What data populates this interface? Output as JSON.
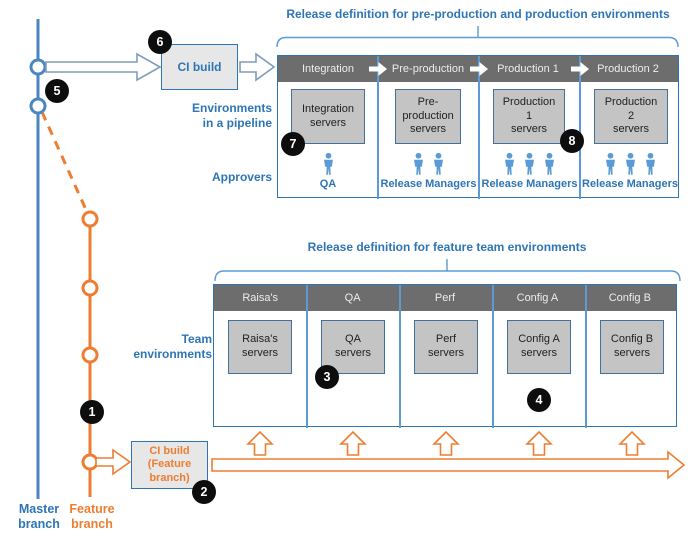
{
  "titles": {
    "top": "Release definition for pre-production and production environments",
    "bottom": "Release definition for feature team environments"
  },
  "left_labels": {
    "environments_in_pipeline": "Environments\nin a pipeline",
    "approvers": "Approvers",
    "team_environments": "Team\nenvironments",
    "master_branch": "Master\nbranch",
    "feature_branch": "Feature\nbranch"
  },
  "ci": {
    "main_build": "CI build",
    "feature_build": "CI build\n(Feature\nbranch)"
  },
  "pipeline": {
    "stages": [
      {
        "name": "Integration",
        "servers": "Integration\nservers",
        "approver_label": "QA",
        "approver_count": 1
      },
      {
        "name": "Pre-production",
        "servers": "Pre-\nproduction\nservers",
        "approver_label": "Release Managers",
        "approver_count": 2
      },
      {
        "name": "Production 1",
        "servers": "Production\n1\nservers",
        "approver_label": "Release Managers",
        "approver_count": 3
      },
      {
        "name": "Production 2",
        "servers": "Production\n2\nservers",
        "approver_label": "Release Managers",
        "approver_count": 3
      }
    ]
  },
  "team": {
    "columns": [
      {
        "name": "Raisa's",
        "servers": "Raisa's\nservers"
      },
      {
        "name": "QA",
        "servers": "QA\nservers"
      },
      {
        "name": "Perf",
        "servers": "Perf\nservers"
      },
      {
        "name": "Config A",
        "servers": "Config A\nservers"
      },
      {
        "name": "Config B",
        "servers": "Config B\nservers"
      }
    ]
  },
  "badges": [
    "1",
    "2",
    "3",
    "4",
    "5",
    "6",
    "7",
    "8"
  ],
  "icons": {
    "approver": "person-icon",
    "stage_separator": "arrow-right-icon",
    "promote": "arrow-up-icon"
  },
  "colors": {
    "blue_text": "#2e75b6",
    "steel_blue": "#5b9bd5",
    "orange": "#ed7d31",
    "header_gray": "#6d6d6d",
    "server_gray": "#c4c4c4",
    "badge_black": "#0d0d0d"
  }
}
